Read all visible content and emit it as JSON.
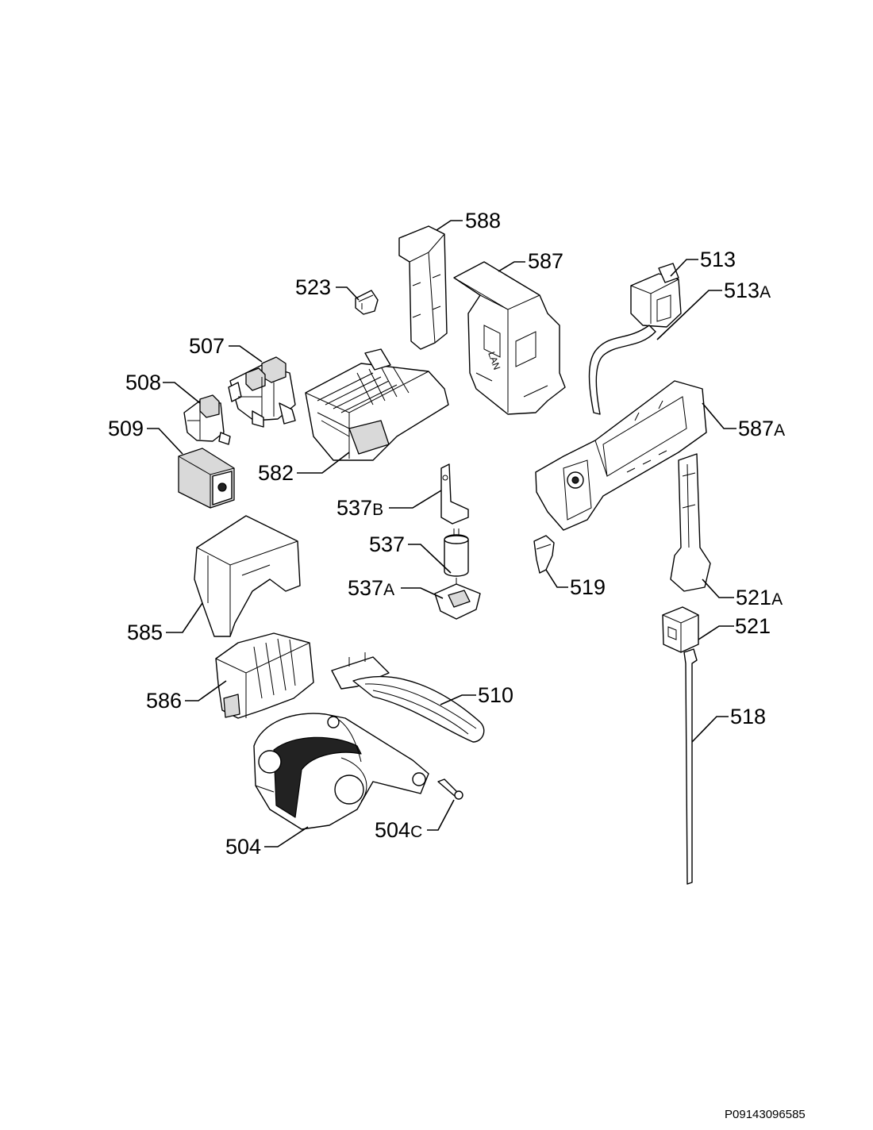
{
  "labels": [
    {
      "id": "588",
      "text": "588"
    },
    {
      "id": "587",
      "text": "587"
    },
    {
      "id": "513",
      "text": "513"
    },
    {
      "id": "513a",
      "text": "513",
      "suffix": "A"
    },
    {
      "id": "523",
      "text": "523"
    },
    {
      "id": "507",
      "text": "507"
    },
    {
      "id": "508",
      "text": "508"
    },
    {
      "id": "509",
      "text": "509"
    },
    {
      "id": "582",
      "text": "582"
    },
    {
      "id": "587a",
      "text": "587",
      "suffix": "A"
    },
    {
      "id": "537b",
      "text": "537",
      "suffix": "B"
    },
    {
      "id": "537",
      "text": "537"
    },
    {
      "id": "537a",
      "text": "537",
      "suffix": "A"
    },
    {
      "id": "519",
      "text": "519"
    },
    {
      "id": "521a",
      "text": "521",
      "suffix": "A"
    },
    {
      "id": "585",
      "text": "585"
    },
    {
      "id": "521",
      "text": "521"
    },
    {
      "id": "510",
      "text": "510"
    },
    {
      "id": "586",
      "text": "586"
    },
    {
      "id": "518",
      "text": "518"
    },
    {
      "id": "504c",
      "text": "504",
      "suffix": "C"
    },
    {
      "id": "504",
      "text": "504"
    }
  ],
  "drawing_code": "P09143096585",
  "colors": {
    "line": "#000000",
    "fill": "#ffffff",
    "shade": "#d9d9d9",
    "dark": "#222222"
  }
}
